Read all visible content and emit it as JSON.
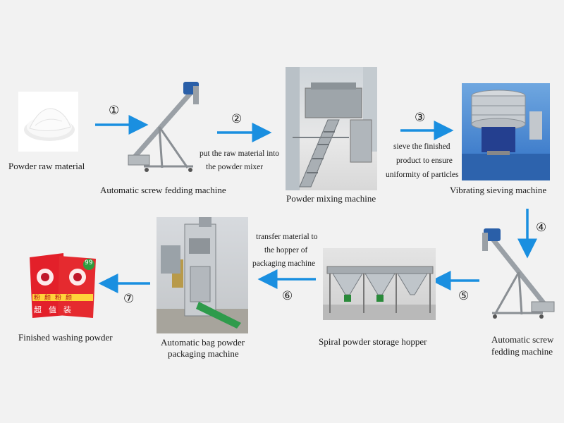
{
  "steps": {
    "raw": "Powder raw material",
    "screw1": "Automatic screw fedding machine",
    "mixer": "Powder mixing machine",
    "sieve": "Vibrating sieving machine",
    "screw2_l1": "Automatic screw",
    "screw2_l2": "fedding machine",
    "hopper": "Spiral powder storage hopper",
    "packer_l1": "Automatic bag powder",
    "packer_l2": "packaging machine",
    "finished": "Finished washing powder"
  },
  "notes": {
    "mix_l1": "put the raw material into",
    "mix_l2": "the powder mixer",
    "sieve_l1": "sieve the finished",
    "sieve_l2": "product to ensure",
    "sieve_l3": "uniformity of particles",
    "transfer_l1": "transfer material to",
    "transfer_l2": "the hopper of",
    "transfer_l3": "packaging machine"
  },
  "arrow_numbers": [
    "①",
    "②",
    "③",
    "④",
    "⑤",
    "⑥",
    "⑦"
  ],
  "bag_text": {
    "brand": "粉颜粉颜",
    "price": "超值装",
    "badge": "99"
  },
  "colors": {
    "arrow": "#1a8fe0",
    "background": "#f2f2f2",
    "bag_red": "#e3202a"
  }
}
